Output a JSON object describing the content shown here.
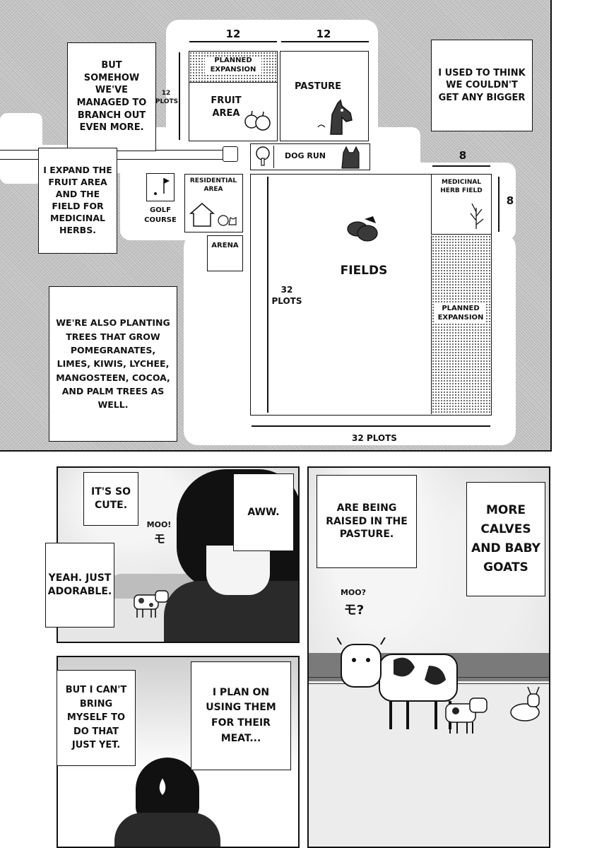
{
  "map": {
    "dim_top_left": "12",
    "dim_top_right": "12",
    "dim_left_value": "12",
    "dim_left_unit": "PLOTS",
    "planned_expansion_top": "PLANNED EXPANSION",
    "fruit_area": "FRUIT AREA",
    "pasture": "PASTURE",
    "dog_run": "DOG RUN",
    "residential_area": "RESIDENTIAL AREA",
    "golf_course": "GOLF COURSE",
    "arena": "ARENA",
    "fields": "FIELDS",
    "fields_height_value": "32",
    "fields_height_unit": "PLOTS",
    "fields_width": "32 PLOTS",
    "medicinal_herb_field": "MEDICINAL HERB FIELD",
    "herb_dim_top": "8",
    "herb_dim_right": "8",
    "planned_expansion_right": "PLANNED EXPANSION"
  },
  "captions": {
    "branch_out": "BUT SOMEHOW WE'VE MANAGED TO BRANCH OUT EVEN MORE.",
    "expand": "I EXPAND THE FRUIT AREA AND THE FIELD FOR MEDICINAL HERBS.",
    "bigger": "I USED TO THINK WE COULDN'T GET ANY BIGGER",
    "trees": "WE'RE ALSO PLANTING TREES THAT GROW POMEGRANATES, LIMES, KIWIS, LYCHEE, MANGOSTEEN, COCOA, AND PALM TREES AS WELL."
  },
  "panels": {
    "cute": "IT'S SO CUTE.",
    "adorable": "YEAH. JUST ADORABLE.",
    "aww": "AWW.",
    "moo1": "MOO!",
    "moo1_kana": "モ",
    "raised": "ARE BEING RAISED IN THE PASTURE.",
    "calves": "MORE CALVES AND BABY GOATS",
    "moo2": "MOO?",
    "moo2_kana": "モ?",
    "bring_myself": "BUT I CAN'T BRING MYSELF TO DO THAT JUST YET.",
    "meat": "I PLAN ON USING THEM FOR THEIR MEAT..."
  }
}
